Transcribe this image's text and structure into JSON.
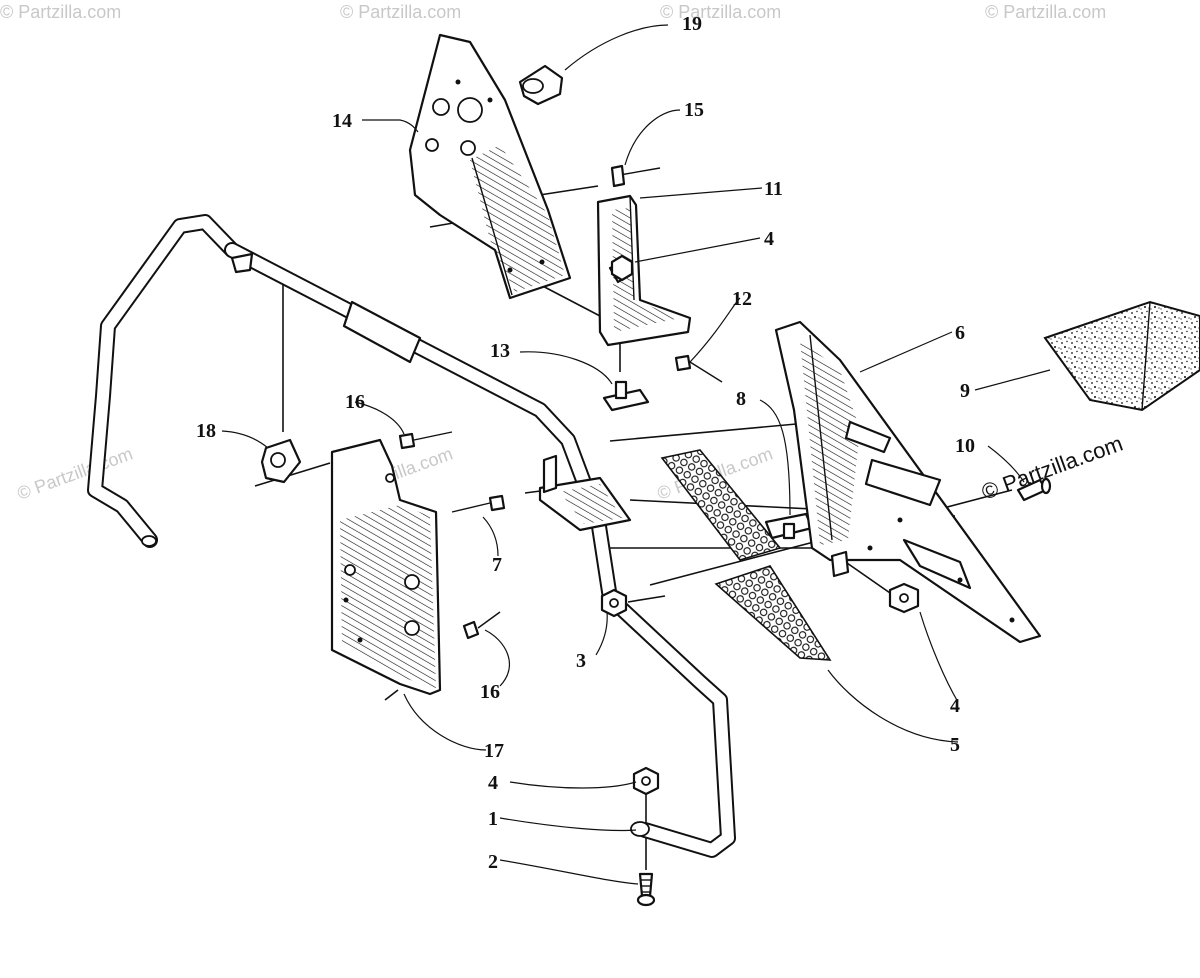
{
  "watermark": {
    "text": "© Partzilla.com"
  },
  "parts": [
    {
      "id": "p1",
      "label": "1"
    },
    {
      "id": "p2",
      "label": "2"
    },
    {
      "id": "p3",
      "label": "3"
    },
    {
      "id": "p4a",
      "label": "4"
    },
    {
      "id": "p4b",
      "label": "4"
    },
    {
      "id": "p4c",
      "label": "4"
    },
    {
      "id": "p5",
      "label": "5"
    },
    {
      "id": "p6",
      "label": "6"
    },
    {
      "id": "p7",
      "label": "7"
    },
    {
      "id": "p8",
      "label": "8"
    },
    {
      "id": "p9",
      "label": "9"
    },
    {
      "id": "p10",
      "label": "10"
    },
    {
      "id": "p11",
      "label": "11"
    },
    {
      "id": "p12",
      "label": "12"
    },
    {
      "id": "p13",
      "label": "13"
    },
    {
      "id": "p14",
      "label": "14"
    },
    {
      "id": "p15",
      "label": "15"
    },
    {
      "id": "p16a",
      "label": "16"
    },
    {
      "id": "p16b",
      "label": "16"
    },
    {
      "id": "p17",
      "label": "17"
    },
    {
      "id": "p18",
      "label": "18"
    },
    {
      "id": "p19",
      "label": "19"
    }
  ],
  "colors": {
    "ink": "#111111",
    "paper": "#ffffff",
    "watermark_faint": "#c8c8c8"
  }
}
